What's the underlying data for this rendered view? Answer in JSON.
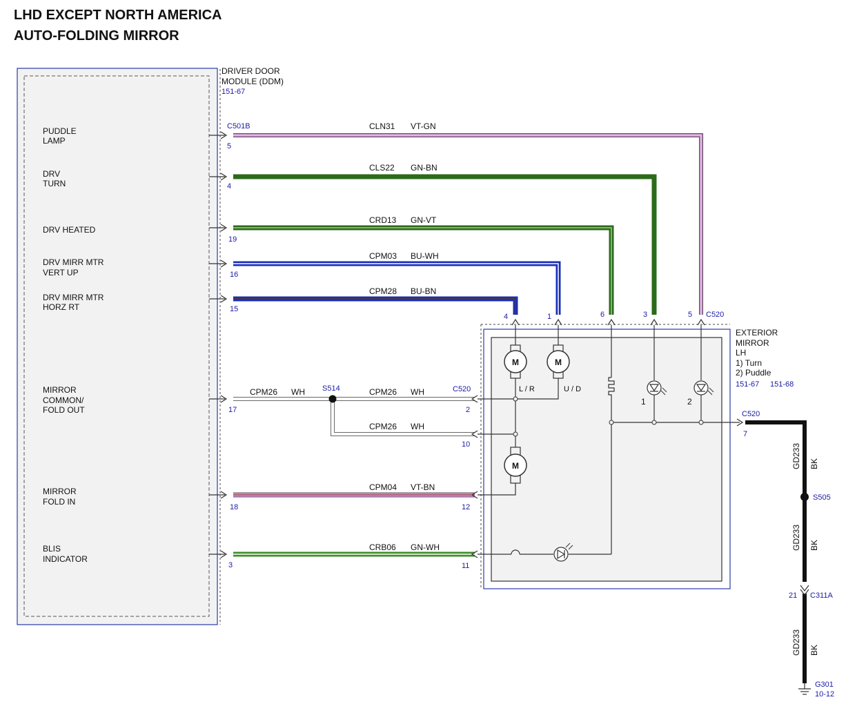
{
  "title": {
    "line1": "LHD EXCEPT NORTH AMERICA",
    "line2": "AUTO-FOLDING MIRROR"
  },
  "ddm": {
    "name1": "DRIVER DOOR",
    "name2": "MODULE (DDM)",
    "ref": "151-67",
    "connector": "C501B",
    "pins": [
      {
        "label1": "PUDDLE",
        "label2": "LAMP",
        "pin": "5"
      },
      {
        "label1": "DRV",
        "label2": "TURN",
        "pin": "4"
      },
      {
        "label1": "DRV HEATED",
        "label2": "",
        "pin": "19"
      },
      {
        "label1": "DRV MIRR MTR",
        "label2": "VERT UP",
        "pin": "16"
      },
      {
        "label1": "DRV MIRR MTR",
        "label2": "HORZ RT",
        "pin": "15"
      },
      {
        "label1": "MIRROR",
        "label2": "COMMON/",
        "label3": "FOLD OUT",
        "pin": "17"
      },
      {
        "label1": "MIRROR",
        "label2": "FOLD IN",
        "pin": "18"
      },
      {
        "label1": "BLIS",
        "label2": "INDICATOR",
        "pin": "3"
      }
    ]
  },
  "circuits": [
    {
      "circuit": "CLN31",
      "color": "VT-GN"
    },
    {
      "circuit": "CLS22",
      "color": "GN-BN"
    },
    {
      "circuit": "CRD13",
      "color": "GN-VT"
    },
    {
      "circuit": "CPM03",
      "color": "BU-WH"
    },
    {
      "circuit": "CPM28",
      "color": "BU-BN"
    },
    {
      "circuit": "CPM26",
      "color": "WH"
    },
    {
      "circuit": "CPM26",
      "color": "WH"
    },
    {
      "circuit": "CPM26",
      "color": "WH"
    },
    {
      "circuit": "CPM04",
      "color": "VT-BN"
    },
    {
      "circuit": "CRB06",
      "color": "GN-WH"
    }
  ],
  "splices": {
    "s514": "S514",
    "s505": "S505"
  },
  "mirror": {
    "name1": "EXTERIOR",
    "name2": "MIRROR",
    "name3": "LH",
    "note1": "1) Turn",
    "note2": "2) Puddle",
    "ref1": "151-67",
    "ref2": "151-68",
    "connector": "C520",
    "top_pins": [
      "4",
      "1",
      "6",
      "3",
      "5"
    ],
    "side_pins": [
      "2",
      "10",
      "12",
      "11"
    ],
    "ground_pin": "7",
    "motor_label": "M",
    "lr_label": "L / R",
    "ud_label": "U / D",
    "lamp1": "1",
    "lamp2": "2"
  },
  "ground": {
    "wire": "GD233",
    "color": "BK",
    "connector": "C311A",
    "pin": "21",
    "point": "G301",
    "ref": "10-12"
  },
  "colors": {
    "violet": "#c48ac8",
    "dark_green": "#2b6a1a",
    "green": "#3f8f2a",
    "blue": "#1a2fb8",
    "pink": "#e28ad8",
    "border_blue": "#2a3aa8",
    "fill_gray": "#f2f2f2"
  }
}
